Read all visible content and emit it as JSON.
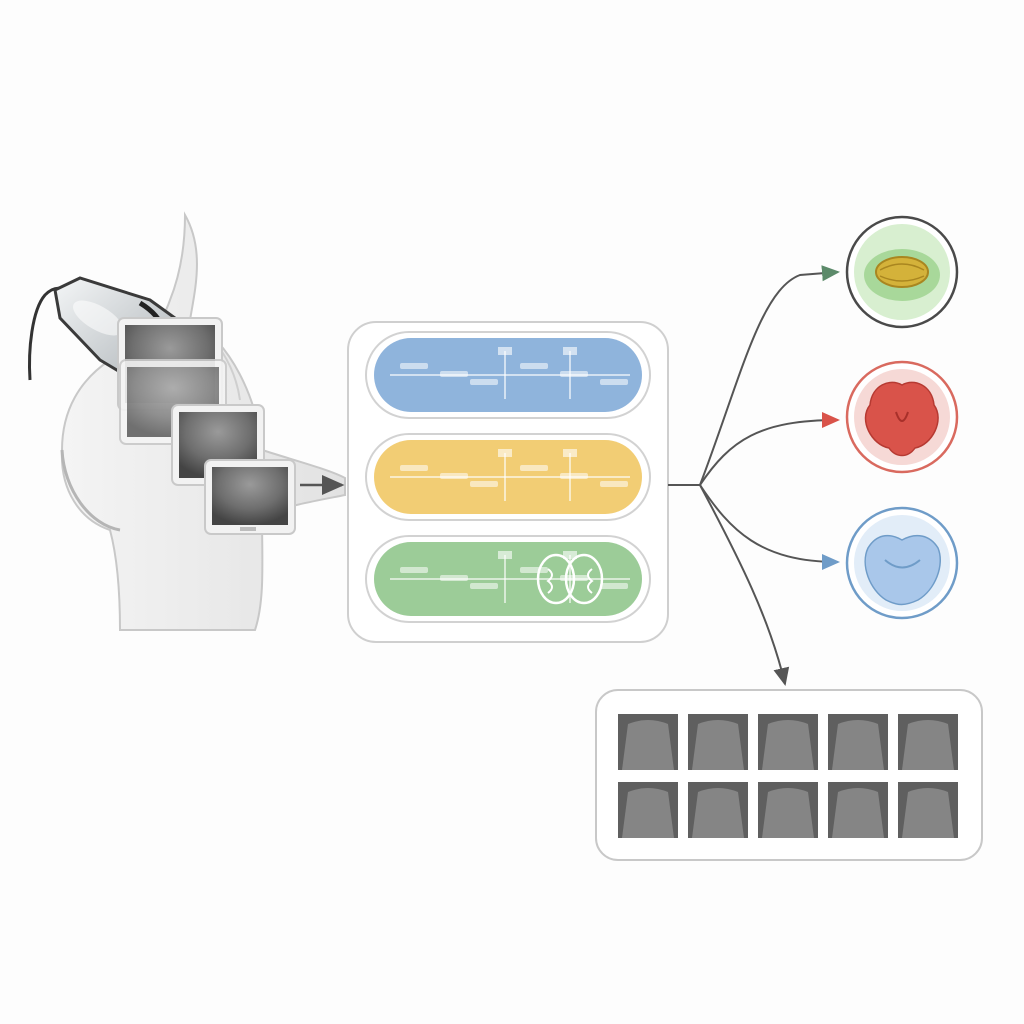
{
  "colors": {
    "background": "#fdfdfd",
    "body_silhouette": "#e6e6e6",
    "body_outline": "#b8b8b8",
    "probe_body": "#d9dde0",
    "probe_outline": "#3a3a3a",
    "scan_frame": "#f2f2f2",
    "ultrasound_dark": "#5a5a5a",
    "pipeline_panel_border": "#c9c9c9",
    "stage_blue": "#8fb4dc",
    "stage_yellow": "#f2cd74",
    "stage_green": "#9ccc98",
    "connector": "#5a5a5a",
    "output_green": "#a8d89a",
    "output_red": "#d9534a",
    "output_blue": "#a9c7ea",
    "output_green_ring": "#4a4a4a",
    "output_red_ring": "#d96a5f",
    "output_blue_ring": "#6f9cc8",
    "grid_panel_border": "#c4c4c4",
    "thumbnail": "#8a8a8a"
  },
  "icons": {
    "probe": "ultrasound-probe-icon",
    "brain": "brain-icon",
    "organ_green": "segmented-structure-icon",
    "organ_red": "red-organ-icon",
    "organ_blue": "blue-organ-icon"
  },
  "pipeline": {
    "stages": [
      {
        "name": "stage-blue",
        "color": "#8fb4dc"
      },
      {
        "name": "stage-yellow",
        "color": "#f2cd74"
      },
      {
        "name": "stage-green",
        "color": "#9ccc98"
      }
    ]
  },
  "outputs": [
    {
      "name": "output-green",
      "fill": "#a8d89a",
      "ring": "#4a4a4a"
    },
    {
      "name": "output-red",
      "fill": "#d9534a",
      "ring": "#d96a5f"
    },
    {
      "name": "output-blue",
      "fill": "#a9c7ea",
      "ring": "#6f9cc8"
    }
  ],
  "thumbnail_grid": {
    "rows": 2,
    "columns": 5
  }
}
